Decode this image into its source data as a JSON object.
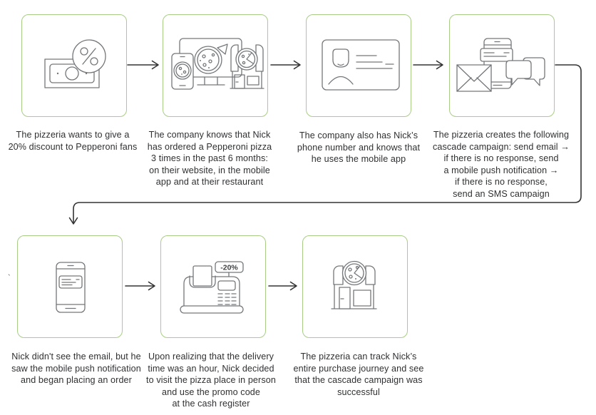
{
  "colors": {
    "box_border": "#a9cd86",
    "connector_line": "#333333",
    "icon_stroke": "#74777a",
    "text": "#2f3032",
    "background": "#ffffff"
  },
  "stray_mark": "`",
  "steps": [
    {
      "id": 1,
      "icon": "discount-money-icon",
      "caption": "The pizzeria wants to give a\n20% discount to Pepperoni fans"
    },
    {
      "id": 2,
      "icon": "multichannel-orders-icon",
      "caption": "The company knows that Nick\nhas ordered a Pepperoni pizza\n3 times in the past 6 months:\non their website, in the mobile\napp and at their restaurant"
    },
    {
      "id": 3,
      "icon": "customer-id-card-icon",
      "caption": "The company also has Nick’s\nphone number and knows that\nhe uses the mobile app"
    },
    {
      "id": 4,
      "icon": "cascade-channels-icon",
      "caption": "The pizzeria creates the following\ncascade campaign: send email →\nif there is no response, send\na mobile push notification →\nif there is no response,\nsend an SMS campaign"
    },
    {
      "id": 5,
      "icon": "push-notification-phone-icon",
      "caption": "Nick didn't see the email, but he\nsaw the mobile push notification\nand began placing an order"
    },
    {
      "id": 6,
      "icon": "cash-register-icon",
      "sign_label": "-20%",
      "caption": "Upon realizing that the delivery\ntime was an hour, Nick decided\nto visit the pizza place in person\nand use the promo code\nat the cash register"
    },
    {
      "id": 7,
      "icon": "pizzeria-storefront-icon",
      "caption": "The pizzeria can track Nick’s\nentire purchase journey and see\nthat the cascade campaign was\nsuccessful"
    }
  ],
  "connections": [
    "step1→step2",
    "step2→step3",
    "step3→step4",
    "step4→step5",
    "step5→step6",
    "step6→step7"
  ]
}
